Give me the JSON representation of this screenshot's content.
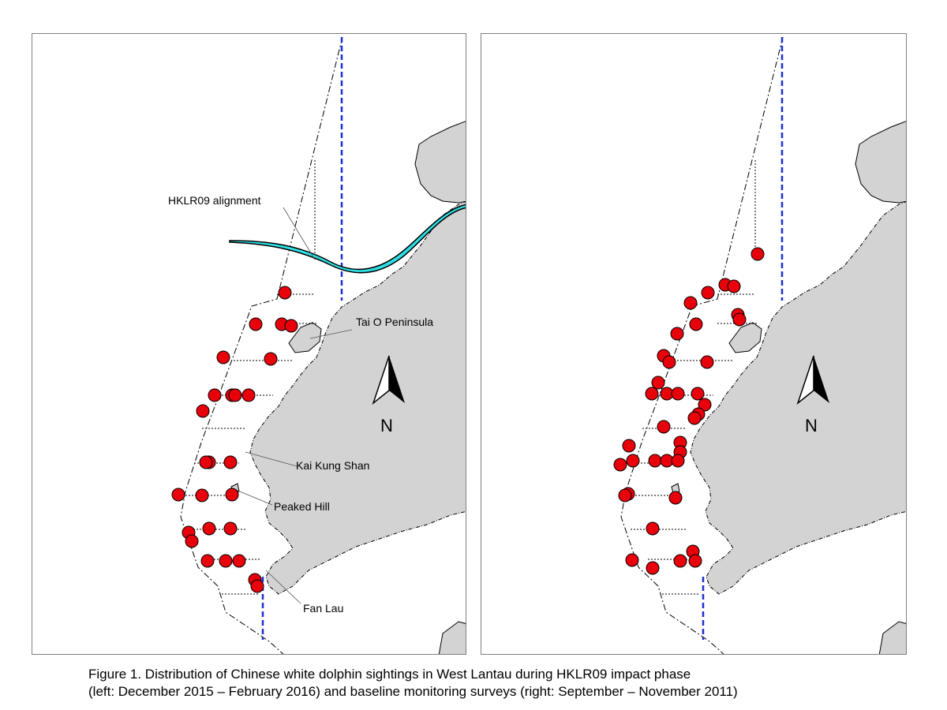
{
  "caption": {
    "line1": "Figure 1.  Distribution of Chinese white dolphin sightings in West Lantau during HKLR09 impact phase",
    "line2": "(left: December 2015 – February 2016) and baseline monitoring surveys (right: September – November 2011)"
  },
  "colors": {
    "land": "#d3d3d3",
    "sighting": "#e8000b",
    "alignment": "#2ee0e6",
    "boundary": "#1f2fd0"
  },
  "north_arrow": {
    "label": "N"
  },
  "maps": {
    "left": {
      "labels": {
        "hklr09": "HKLR09 alignment",
        "tai_o": "Tai O Peninsula",
        "kai_kung_shan": "Kai Kung Shan",
        "peaked_hill": "Peaked Hill",
        "fan_lau": "Fan Lau"
      },
      "sighting_count": 26
    },
    "right": {
      "sighting_count": 38
    }
  }
}
